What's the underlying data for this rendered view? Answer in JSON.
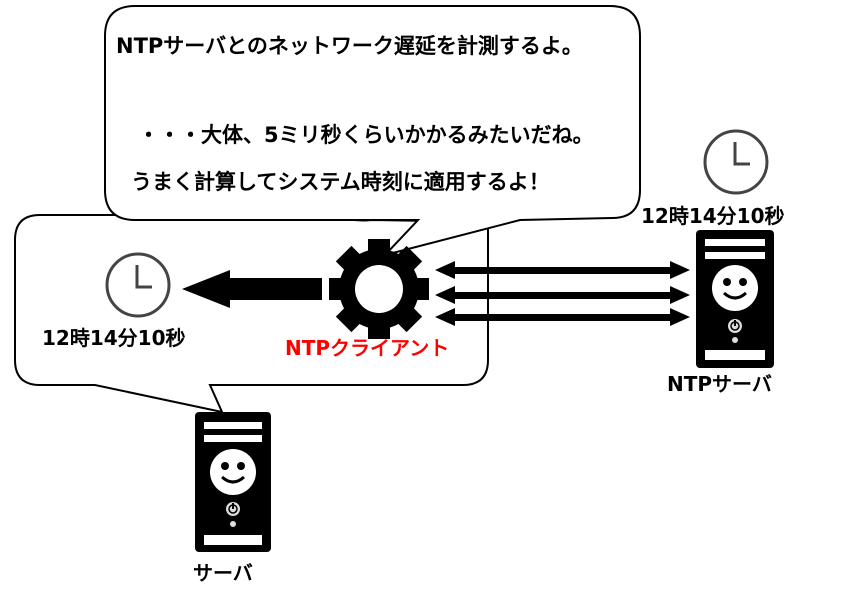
{
  "bubble_top": {
    "line1": "NTPサーバとのネットワーク遅延を計測するよ。",
    "line2": "・・・大体、5ミリ秒くらいかかるみたいだね。",
    "line3": "うまく計算してシステム時刻に適用するよ！"
  },
  "client": {
    "label": "NTPクライアント",
    "label_color": "#ff0000",
    "clock_time": "12時14分10秒"
  },
  "ntp_server": {
    "label": "NTPサーバ",
    "clock_time": "12時14分10秒"
  },
  "local_server": {
    "label": "サーバ"
  }
}
